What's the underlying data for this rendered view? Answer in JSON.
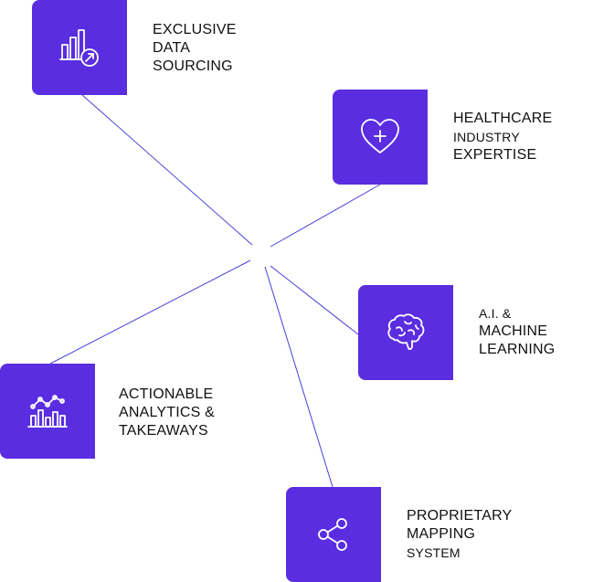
{
  "features": [
    {
      "icon": "bar-chart-arrow-icon",
      "lines": [
        {
          "text": "EXCLUSIVE",
          "small": false
        },
        {
          "text": "DATA",
          "small": false
        },
        {
          "text": "SOURCING",
          "small": false
        }
      ]
    },
    {
      "icon": "heart-plus-icon",
      "lines": [
        {
          "text": "HEALTHCARE",
          "small": false
        },
        {
          "text": "INDUSTRY",
          "small": true
        },
        {
          "text": "EXPERTISE",
          "small": false
        }
      ]
    },
    {
      "icon": "brain-icon",
      "lines": [
        {
          "text": "A.I. &",
          "small": true
        },
        {
          "text": "MACHINE",
          "small": false
        },
        {
          "text": "LEARNING",
          "small": false
        }
      ]
    },
    {
      "icon": "analytics-chart-icon",
      "lines": [
        {
          "text": "ACTIONABLE",
          "small": false
        },
        {
          "text": "ANALYTICS &",
          "small": false
        },
        {
          "text": "TAKEAWAYS",
          "small": false
        }
      ]
    },
    {
      "icon": "share-network-icon",
      "lines": [
        {
          "text": "PROPRIETARY",
          "small": false
        },
        {
          "text": "MAPPING",
          "small": false
        },
        {
          "text": "SYSTEM",
          "small": true
        }
      ]
    }
  ],
  "colors": {
    "tile": "#5a2de0",
    "line": "#4a3fd8",
    "text": "#111111"
  }
}
